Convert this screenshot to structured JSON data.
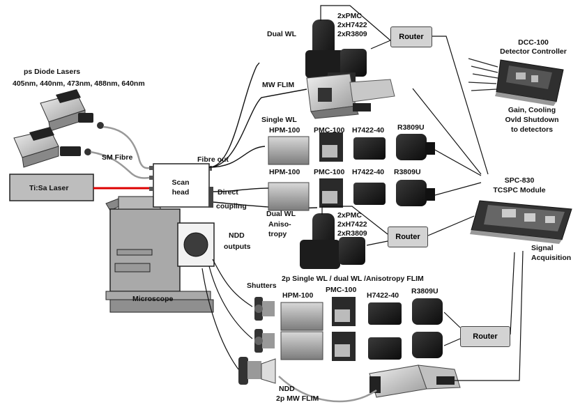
{
  "lasers": {
    "title": "ps Diode Lasers",
    "wavelengths": "405nm, 440nm, 473nm, 488nm, 640nm",
    "fibre": "SM Fibre",
    "tisa": "Ti:Sa Laser"
  },
  "scan_head": {
    "label_line1": "Scan",
    "label_line2": "head",
    "fibre_out": "Fibre out",
    "direct": "Direct",
    "coupling": "coupling"
  },
  "microscope": {
    "label": "Microscope"
  },
  "ndd": {
    "outputs_line1": "NDD",
    "outputs_line2": "outputs",
    "shutters": "Shutters",
    "bottom_ndd": "NDD",
    "bottom_mw": "2p MW FLIM"
  },
  "dual_wl": {
    "label": "Dual WL",
    "det_line1": "2xPMC",
    "det_line2": "2xH7422",
    "det_line3": "2xR3809"
  },
  "mw_flim": {
    "label": "MW FLIM"
  },
  "single_wl": {
    "label": "Single WL",
    "row1": [
      "HPM-100",
      "PMC-100",
      "H7422-40",
      "R3809U"
    ],
    "row2": [
      "HPM-100",
      "PMC-100",
      "H7422-40",
      "R3809U"
    ]
  },
  "aniso": {
    "line1": "Dual WL",
    "line2": "Aniso-",
    "line3": "tropy",
    "det_line1": "2xPMC",
    "det_line2": "2xH7422",
    "det_line3": "2xR3809"
  },
  "twop": {
    "title": "2p Single WL / dual WL /Anisotropy FLIM",
    "row": [
      "HPM-100",
      "PMC-100",
      "H7422-40",
      "R3809U"
    ]
  },
  "routers": [
    "Router",
    "Router",
    "Router"
  ],
  "dcc": {
    "title1": "DCC-100",
    "title2": "Detector Controller",
    "note1": "Gain, Cooling",
    "note2": "Ovld Shutdown",
    "note3": "to detectors"
  },
  "spc": {
    "title1": "SPC-830",
    "title2": "TCSPC Module",
    "signal1": "Signal",
    "signal2": "Acquisition"
  },
  "colors": {
    "laser_beam": "#dd0000",
    "router_fill": "#d3d3d3",
    "tisa_fill": "#bdbdbd",
    "microscope_fill": "#a9a9a9"
  }
}
